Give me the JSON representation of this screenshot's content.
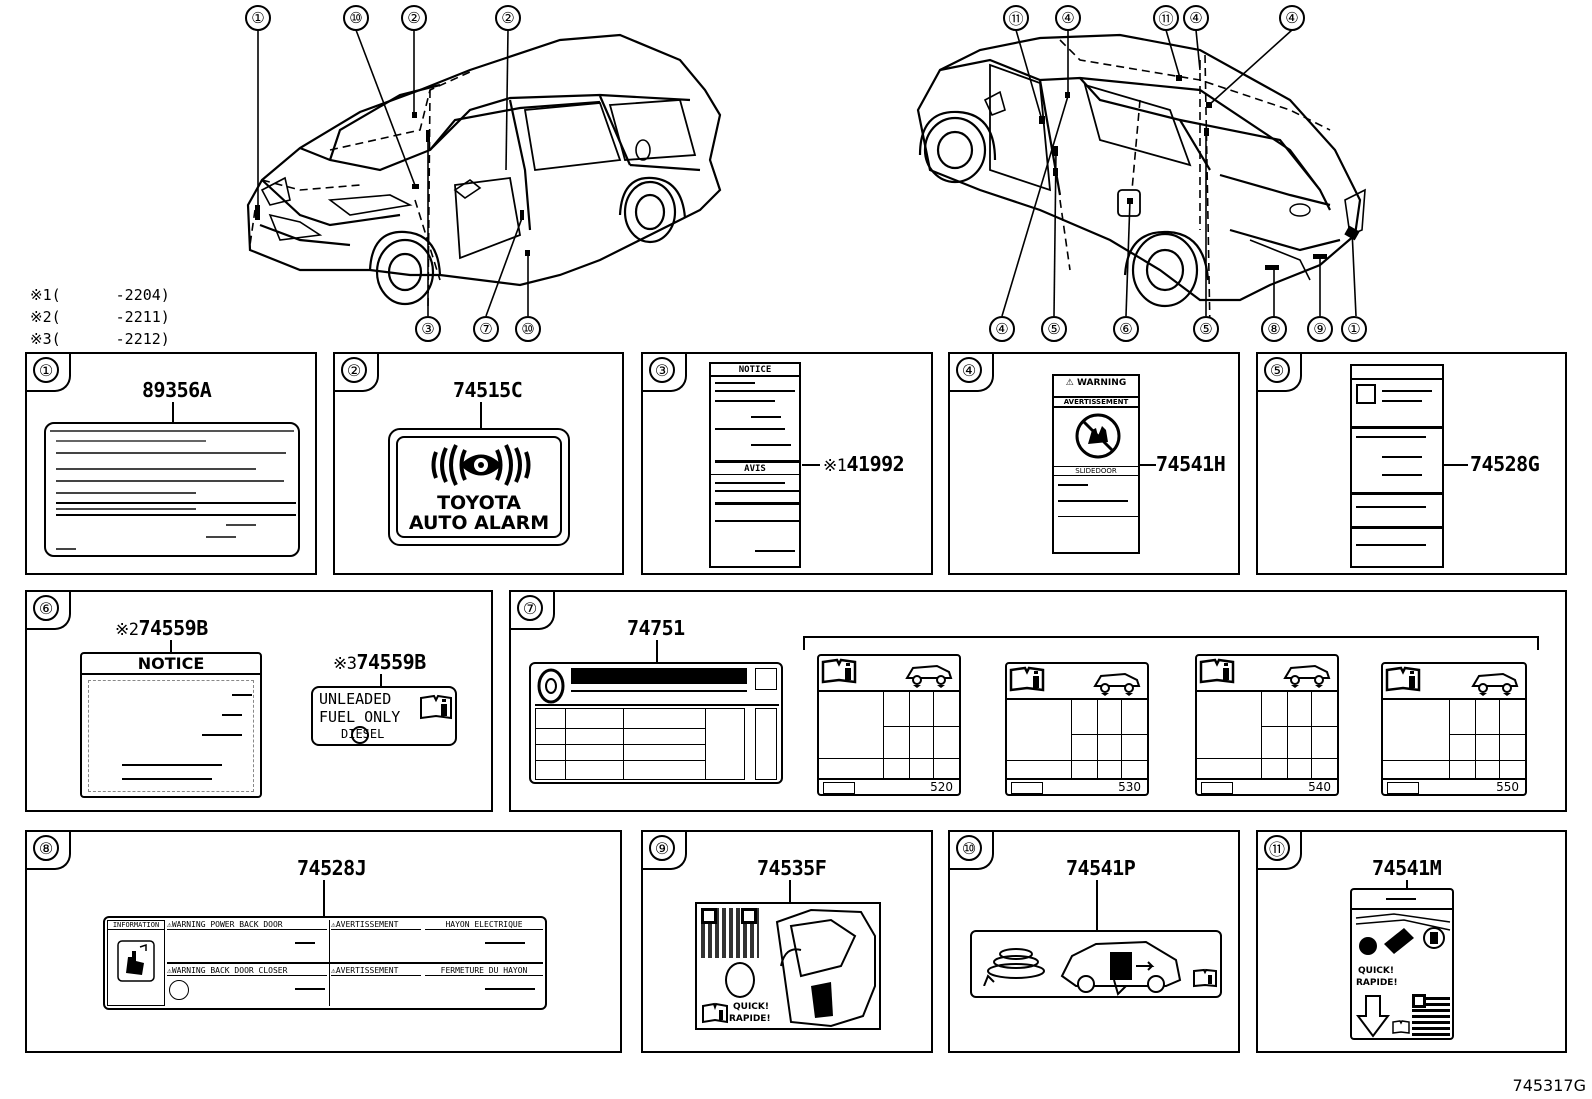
{
  "diagram_code": "745317G",
  "notes": [
    {
      "mark": "※1(",
      "value": "-2204)"
    },
    {
      "mark": "※2(",
      "value": "-2211)"
    },
    {
      "mark": "※3(",
      "value": "-2212)"
    }
  ],
  "front_callouts": {
    "top": [
      "①",
      "⑩",
      "②",
      "②"
    ],
    "bottom": [
      "③",
      "⑦",
      "⑩"
    ]
  },
  "rear_callouts": {
    "top": [
      "⑪",
      "④",
      "⑪",
      "④",
      "④"
    ],
    "bottom": [
      "④",
      "⑤",
      "⑥",
      "⑤",
      "⑧",
      "⑨",
      "①"
    ]
  },
  "panels": [
    {
      "num": "①",
      "part": "89356A"
    },
    {
      "num": "②",
      "part": "74515C",
      "label_line1": "TOYOTA",
      "label_line2": "AUTO ALARM"
    },
    {
      "num": "③",
      "part": "41992",
      "prefix": "※1",
      "label_header1": "NOTICE",
      "label_header2": "AVIS"
    },
    {
      "num": "④",
      "part": "74541H",
      "label_header1": "⚠ WARNING",
      "label_header2": "AVERTISSEMENT",
      "label_header3": "SLIDEDOOR"
    },
    {
      "num": "⑤",
      "part": "74528G"
    },
    {
      "num": "⑥",
      "part_a": "74559B",
      "prefix_a": "※2",
      "part_b": "74559B",
      "prefix_b": "※3",
      "notice": "NOTICE",
      "fuel_line1": "UNLEADED",
      "fuel_line2": "FUEL ONLY",
      "fuel_line3": "DIESEL"
    },
    {
      "num": "⑦",
      "part": "74751",
      "variants": [
        "520",
        "530",
        "540",
        "550"
      ]
    },
    {
      "num": "⑧",
      "part": "74528J",
      "cell1": "INFORMATION",
      "cell2": "⚠WARNING POWER BACK DOOR",
      "cell3": "⚠AVERTISSEMENT",
      "cell4": "HAYON ELECTRIQUE",
      "cell5": "⚠WARNING BACK DOOR CLOSER",
      "cell6": "⚠AVERTISSEMENT",
      "cell7": "FERMETURE DU HAYON"
    },
    {
      "num": "⑨",
      "part": "74535F",
      "quick": "QUICK!",
      "rapide": "RAPIDE!"
    },
    {
      "num": "⑩",
      "part": "74541P"
    },
    {
      "num": "⑪",
      "part": "74541M",
      "quick": "QUICK!",
      "rapide": "RAPIDE!"
    }
  ]
}
